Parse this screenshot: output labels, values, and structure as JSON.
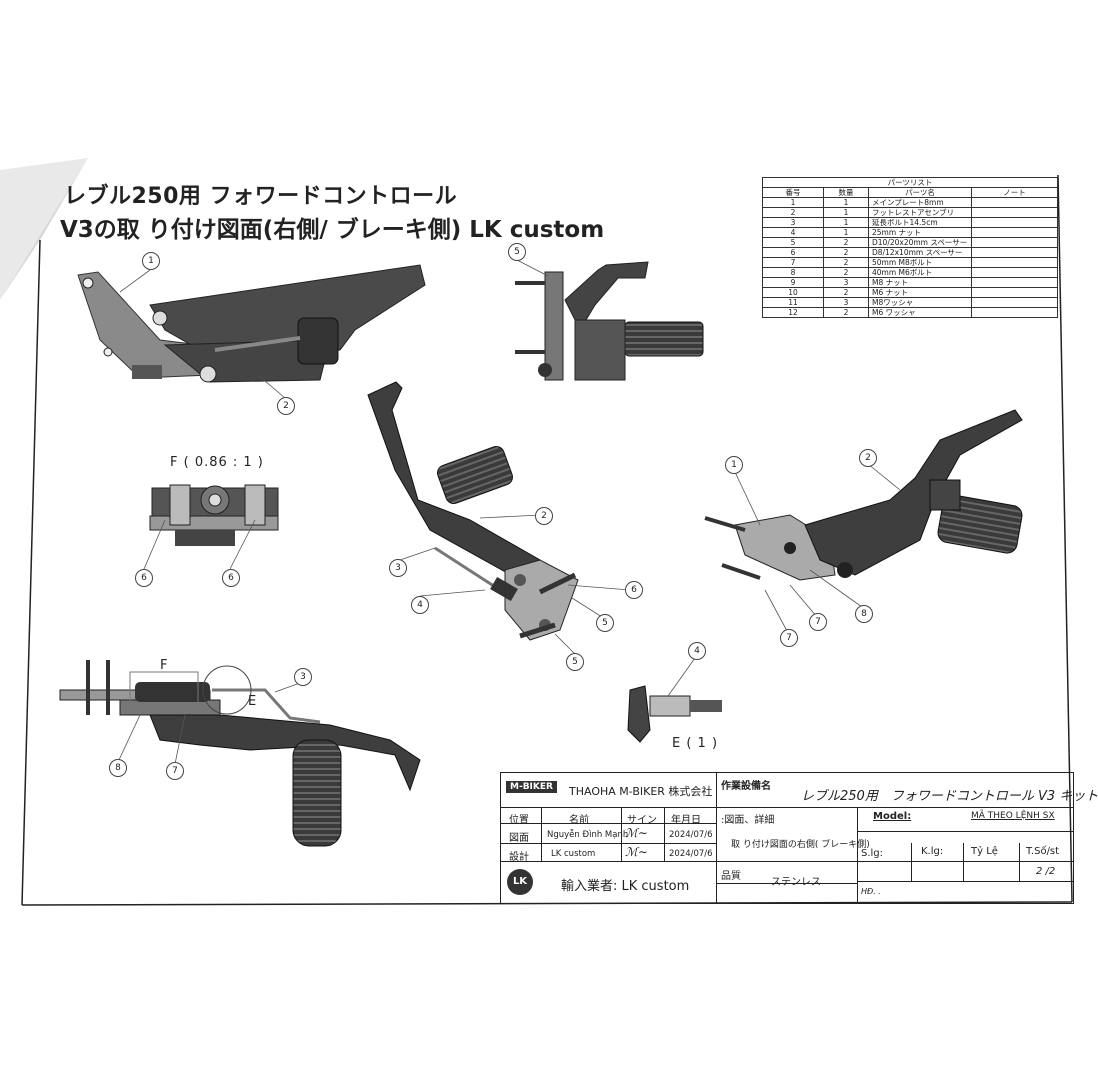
{
  "title": {
    "line1": "レブル250用 フォワードコントロール",
    "line2": "V3の取 り付け図面(右側/ ブレーキ側) LK  custom"
  },
  "parts_list": {
    "caption": "パーツリスト",
    "headers": [
      "番号",
      "数量",
      "パーツ名",
      "ノート"
    ],
    "rows": [
      [
        "1",
        "1",
        "メインプレート8mm",
        ""
      ],
      [
        "2",
        "1",
        "フットレストアセンブリ",
        ""
      ],
      [
        "3",
        "1",
        "延長ボルト14.5cm",
        ""
      ],
      [
        "4",
        "1",
        "25mm ナット",
        ""
      ],
      [
        "5",
        "2",
        "D10/20x20mm スペーサー",
        ""
      ],
      [
        "6",
        "2",
        "D8/12x10mm スペーサー",
        ""
      ],
      [
        "7",
        "2",
        "50mm M8ボルト",
        ""
      ],
      [
        "8",
        "2",
        "40mm M6ボルト",
        ""
      ],
      [
        "9",
        "3",
        "M8 ナット",
        ""
      ],
      [
        "10",
        "2",
        "M6 ナット",
        ""
      ],
      [
        "11",
        "3",
        "M8ワッシャ",
        ""
      ],
      [
        "12",
        "2",
        "M6 ワッシャ",
        ""
      ]
    ]
  },
  "views": {
    "detail_f": "F ( 0.86 : 1 )",
    "detail_e": "E ( 1 )",
    "label_f": "F",
    "label_e": "E"
  },
  "callouts": {
    "a": "1",
    "b": "2",
    "c": "5",
    "d": "6",
    "e": "6",
    "f": "2",
    "g": "3",
    "h": "4",
    "i": "6",
    "j": "5",
    "k": "5",
    "l": "1",
    "m": "2",
    "n": "8",
    "o": "7",
    "p": "7",
    "q": "3",
    "r": "8",
    "s": "7",
    "t": "4"
  },
  "title_block": {
    "logo": "M-BIKER",
    "company": "THAOHA M-BIKER 株式会社",
    "equip_label": "作業設備名",
    "equip_value": "レブル250用　フォワードコントロール V3  キット",
    "col_position": "位置",
    "col_name": "名前",
    "col_sign": "サイン",
    "col_date": "年月日",
    "row1_pos": "図面",
    "row1_name": "Nguyễn Đình Mạnh",
    "row1_date": "2024/07/6",
    "row2_pos": "設計",
    "row2_name": "LK custom",
    "row2_date": "2024/07/6",
    "drawing_label": ":図面、詳細",
    "drawing_value": "取 り付け図面の右側( ブレーキ側)",
    "model_label": "Model:",
    "model_value": "MÃ THEO LỆNH SX",
    "slg": "S.lg:",
    "klg": "K.lg:",
    "tyle": "Tỷ Lệ",
    "tso": "T.Số/st",
    "page": "2 /2",
    "importer": "輸入業者: LK custom",
    "lk_logo": "LK",
    "quality_label": "品質",
    "quality_value": "ステンレス",
    "hd": "HĐ.   ."
  }
}
